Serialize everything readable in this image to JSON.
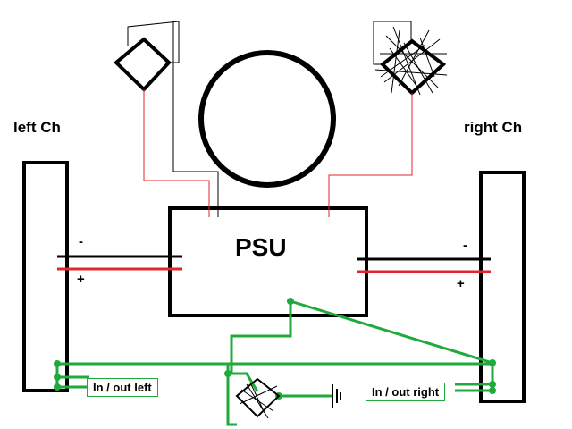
{
  "labels": {
    "left_channel": "left Ch",
    "right_channel": "right Ch",
    "psu": "PSU",
    "left_minus": "-",
    "left_plus": "+",
    "right_minus": "-",
    "right_plus": "+",
    "io_left": "In / out left",
    "io_right": "In / out right"
  },
  "colors": {
    "outline": "#000000",
    "positive_wire": "#e0262d",
    "signal_wire": "#1faa3b"
  }
}
